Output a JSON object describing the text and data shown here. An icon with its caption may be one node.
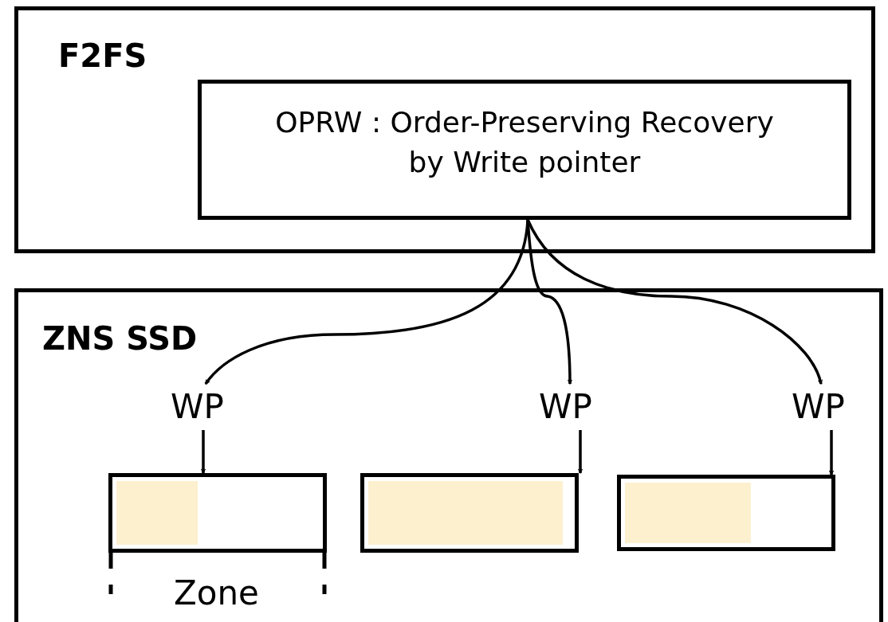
{
  "diagram": {
    "nodes": [
      {
        "text": [
          "F2FS"
        ]
      },
      {
        "text": [
          "OPRW : Order-Preserving Recovery by Write pointer"
        ],
        "in": 0
      },
      {
        "text": [
          "ZNS SSD"
        ]
      },
      {
        "text": [
          "WP"
        ],
        "in": 2
      },
      {
        "text": [
          "WP"
        ],
        "in": 2
      },
      {
        "text": [
          "WP"
        ],
        "in": 2
      },
      {
        "text": [],
        "shape": "box",
        "in": 2
      },
      {
        "text": [],
        "shape": "box",
        "in": 2
      },
      {
        "text": [],
        "shape": "box",
        "in": 2
      }
    ],
    "edges": [
      {
        "from": 1,
        "to": 3,
        "arrow": "to"
      },
      {
        "from": 1,
        "to": 4,
        "arrow": "to"
      },
      {
        "from": 1,
        "to": 5,
        "arrow": "to"
      },
      {
        "from": 3,
        "to": 6,
        "arrow": "to"
      },
      {
        "from": 4,
        "to": 7,
        "arrow": "to"
      },
      {
        "from": 5,
        "to": 8,
        "arrow": "to"
      }
    ],
    "labels": [
      "Zone"
    ]
  }
}
